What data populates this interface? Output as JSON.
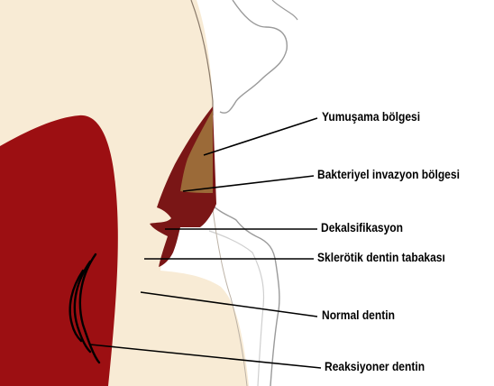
{
  "labels": {
    "yumusama": "Yumuşama bölgesi",
    "bakteriyel": "Bakteriyel invazyon bölgesi",
    "dekalsifikasyon": "Dekalsifikasyon",
    "sklerotik": "Sklerötik dentin tabakası",
    "normal": "Normal dentin",
    "reaksiyoner": "Reaksiyoner dentin"
  },
  "colors": {
    "dentin": "#f8ebd5",
    "enamel": "#ffffff",
    "enamel_edge": "#9a9a9a",
    "pulp": "#9c0f12",
    "carious_outer": "#7a1616",
    "soft_zone": "#9b6a38",
    "line": "#000000"
  }
}
